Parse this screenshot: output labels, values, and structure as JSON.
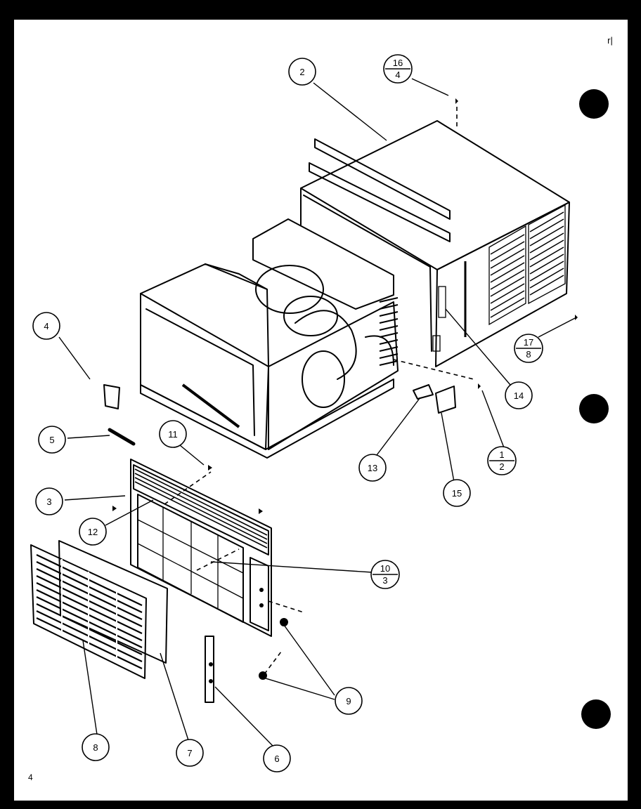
{
  "page_number": "4",
  "corner_mark": "r|",
  "callouts": {
    "c1": {
      "top": "1",
      "bottom": "2"
    },
    "c2": "2",
    "c3": "3",
    "c4": "4",
    "c5": "5",
    "c6": "6",
    "c7": "7",
    "c8": "8",
    "c9": "9",
    "c10": {
      "top": "10",
      "bottom": "3"
    },
    "c11": "11",
    "c12": "12",
    "c13": "13",
    "c14": "14",
    "c15": "15",
    "c16": {
      "top": "16",
      "bottom": "4"
    },
    "c17": {
      "top": "17",
      "bottom": "8"
    }
  },
  "colors": {
    "ink": "#000000",
    "paper": "#ffffff",
    "background": "#000000"
  }
}
